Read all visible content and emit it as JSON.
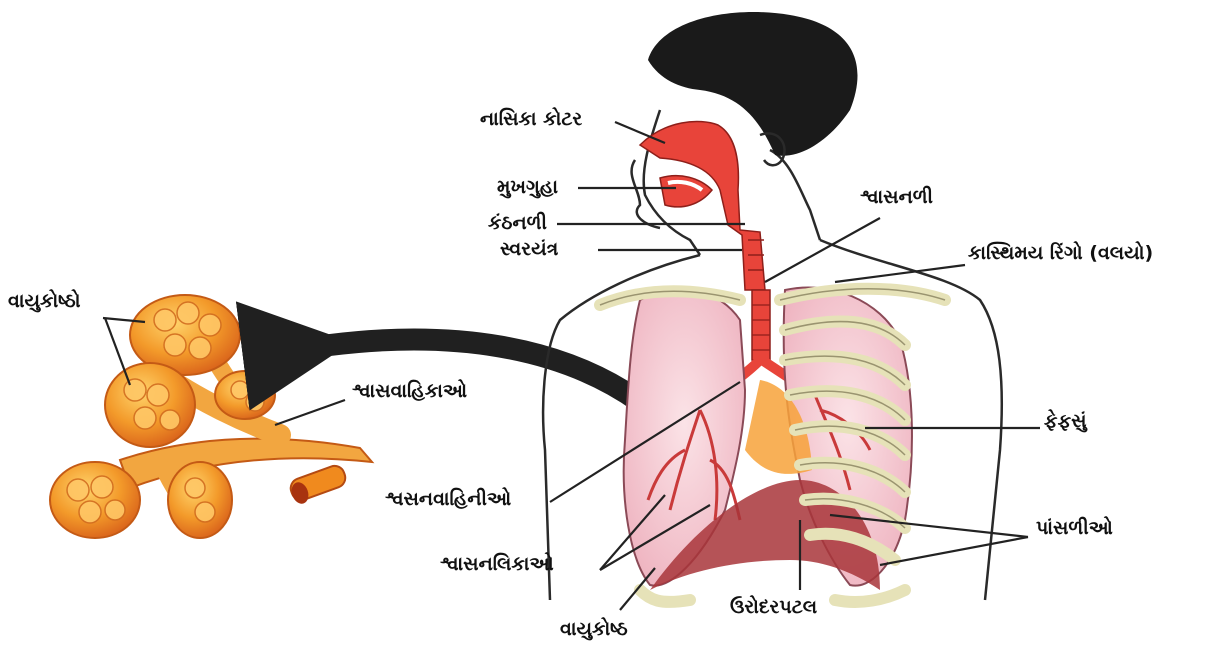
{
  "labels": {
    "nasal_cavity": "નાસિકા કોટર",
    "mouth_cavity": "મુખગુહા",
    "pharynx": "કંઠનળી",
    "larynx": "સ્વરયંત્ર",
    "trachea": "શ્વાસનળી",
    "cartilage_rings": "કાસ્થિમય રિંગો (વલયો)",
    "alveoli_cluster": "વાયુકોષ્ઠો",
    "respiratory_bronchioles": "શ્વાસવાહિકાઓ",
    "lung": "ફેફસું",
    "bronchi": "શ્વસનવાહિનીઓ",
    "ribs": "પાંસળીઓ",
    "bronchioles": "શ્વાસનલિકાઓ",
    "diaphragm": "ઉરોદરપટલ",
    "alveolus": "વાયુકોષ્ઠ"
  },
  "colors": {
    "airway": "#e8443a",
    "lung_fill": "#f3c3cc",
    "rib": "#e6e2b8",
    "alveoli": "#f08a1e",
    "hair": "#1a1a1a",
    "arrow": "#202020"
  }
}
